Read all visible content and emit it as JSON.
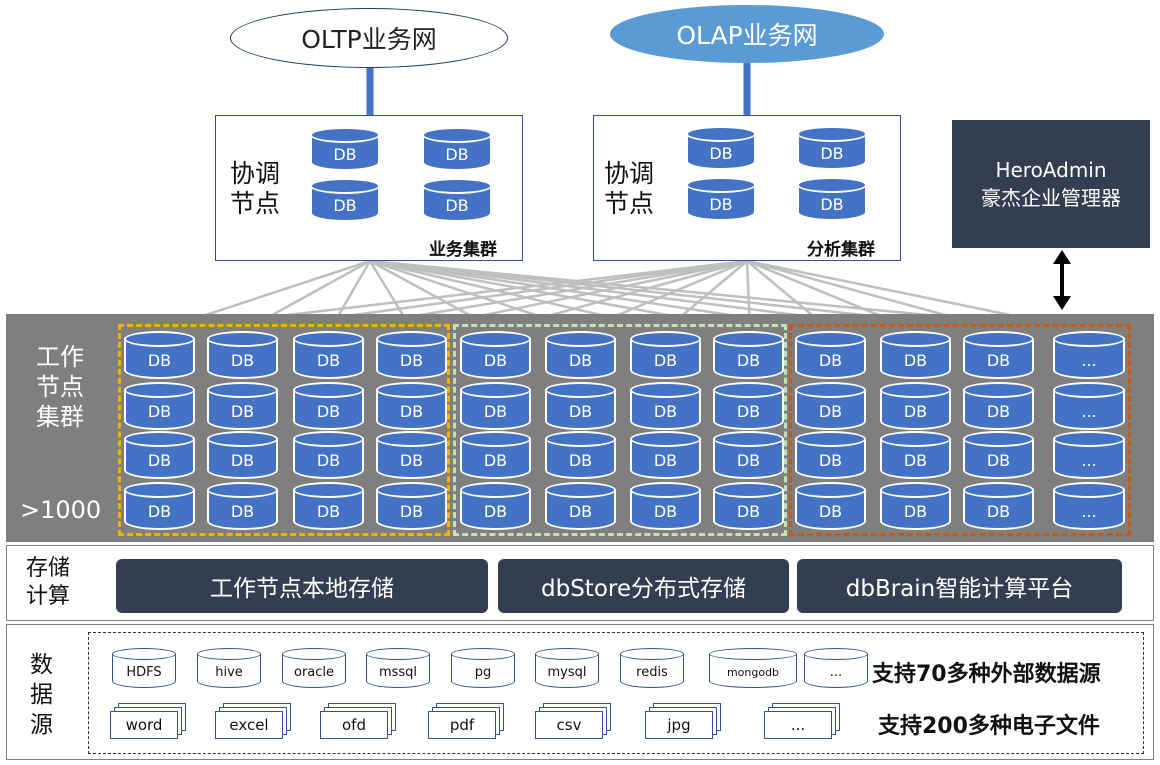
{
  "networks": {
    "oltp": "OLTP业务网",
    "olap": "OLAP业务网"
  },
  "coordinator": {
    "label_line1": "协调",
    "label_line2": "节点"
  },
  "clusters": {
    "business": "业务集群",
    "analysis": "分析集群"
  },
  "db_label": "DB",
  "more_label": "...",
  "hero": {
    "line1": "HeroAdmin",
    "line2": "豪杰企业管理器"
  },
  "work_cluster": {
    "line1": "工作",
    "line2": "节点",
    "line3": "集群",
    "count": ">1000"
  },
  "storage": {
    "label_line1": "存储",
    "label_line2": "计算",
    "buttons": [
      "工作节点本地存储",
      "dbStore分布式存储",
      "dbBrain智能计算平台"
    ]
  },
  "datasource": {
    "label_lines": [
      "数",
      "据",
      "源"
    ],
    "databases": [
      "HDFS",
      "hive",
      "oracle",
      "mssql",
      "pg",
      "mysql",
      "redis",
      "mongodb",
      "..."
    ],
    "files": [
      "word",
      "excel",
      "ofd",
      "pdf",
      "csv",
      "jpg",
      "..."
    ],
    "db_caption": "支持70多种外部数据源",
    "file_caption": "支持200多种电子文件"
  },
  "colors": {
    "group1": "#f5b000",
    "group2": "#c5e0b4",
    "group3": "#c55a11",
    "db_fill": "#4472c4",
    "olap_fill": "#5b9bd5",
    "dark": "#333f50"
  }
}
